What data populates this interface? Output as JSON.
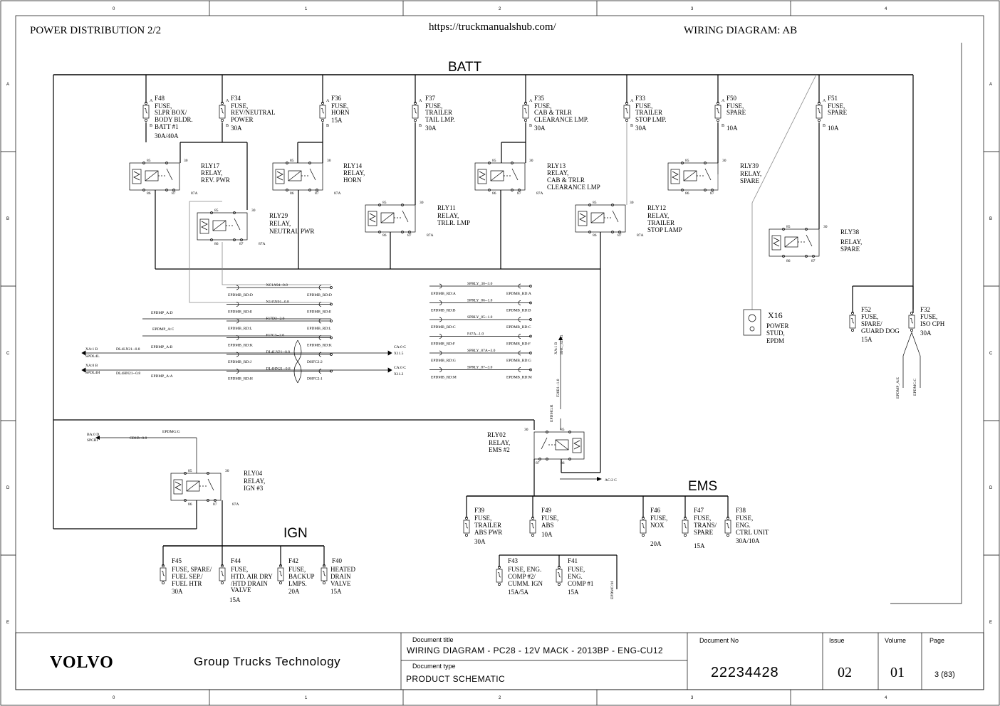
{
  "header": {
    "left_title": "POWER DISTRIBUTION 2/2",
    "url": "https://truckmanualshub.com/",
    "right_title": "WIRING DIAGRAM:  AB"
  },
  "border": {
    "columns": [
      "0",
      "1",
      "2",
      "3",
      "4"
    ],
    "rows": [
      "A",
      "B",
      "C",
      "D",
      "E"
    ]
  },
  "buses": {
    "batt": "BATT",
    "ign": "IGN",
    "ems": "EMS"
  },
  "fuses": [
    {
      "id": "F48",
      "desc": [
        "FUSE,",
        "SLPR BOX/",
        "BODY BLDR.",
        "BATT #1"
      ],
      "rating": "30A/40A"
    },
    {
      "id": "F34",
      "desc": [
        "FUSE,",
        "REV/NEUTRAL",
        "POWER"
      ],
      "rating": "30A"
    },
    {
      "id": "F36",
      "desc": [
        "FUSE,",
        "HORN"
      ],
      "rating": "15A"
    },
    {
      "id": "F37",
      "desc": [
        "FUSE,",
        "TRAILER",
        "TAIL LMP."
      ],
      "rating": "30A"
    },
    {
      "id": "F35",
      "desc": [
        "FUSE,",
        "CAB & TRLR",
        "CLEARANCE LMP."
      ],
      "rating": "30A"
    },
    {
      "id": "F33",
      "desc": [
        "FUSE,",
        "TRAILER",
        "STOP LMP."
      ],
      "rating": "30A"
    },
    {
      "id": "F50",
      "desc": [
        "FUSE,",
        "SPARE"
      ],
      "rating": "10A"
    },
    {
      "id": "F51",
      "desc": [
        "FUSE,",
        "SPARE"
      ],
      "rating": "10A"
    },
    {
      "id": "F52",
      "desc": [
        "FUSE,",
        "SPARE/",
        "GUARD DOG"
      ],
      "rating": "15A"
    },
    {
      "id": "F32",
      "desc": [
        "FUSE,",
        "ISO CPH"
      ],
      "rating": "30A"
    },
    {
      "id": "F39",
      "desc": [
        "FUSE,",
        "TRAILER",
        "ABS PWR"
      ],
      "rating": "30A"
    },
    {
      "id": "F49",
      "desc": [
        "FUSE,",
        "ABS"
      ],
      "rating": "10A"
    },
    {
      "id": "F46",
      "desc": [
        "FUSE,",
        "NOX"
      ],
      "rating": "20A"
    },
    {
      "id": "F47",
      "desc": [
        "FUSE,",
        "TRANS/",
        "SPARE"
      ],
      "rating": "15A"
    },
    {
      "id": "F38",
      "desc": [
        "FUSE,",
        "ENG.",
        "CTRL UNIT"
      ],
      "rating": "30A/10A"
    },
    {
      "id": "F45",
      "desc": [
        "FUSE, SPARE/",
        "FUEL SEP./",
        "FUEL HTR"
      ],
      "rating": "30A"
    },
    {
      "id": "F44",
      "desc": [
        "FUSE,",
        "HTD. AIR DRY",
        "/HTD DRAIN",
        "VALVE"
      ],
      "rating": "15A"
    },
    {
      "id": "F42",
      "desc": [
        "FUSE,",
        "BACKUP",
        "LMPS."
      ],
      "rating": "20A"
    },
    {
      "id": "F40",
      "desc": [
        "HEATED",
        "DRAIN",
        "VALVE"
      ],
      "rating": "15A"
    },
    {
      "id": "F43",
      "desc": [
        "FUSE, ENG.",
        "COMP #2/",
        "CUMM. IGN"
      ],
      "rating": "15A/5A"
    },
    {
      "id": "F41",
      "desc": [
        "FUSE,",
        "ENG.",
        "COMP #1"
      ],
      "rating": "15A"
    }
  ],
  "relays": [
    {
      "id": "RLY17",
      "desc": [
        "RELAY,",
        "REV. PWR"
      ]
    },
    {
      "id": "RLY14",
      "desc": [
        "RELAY,",
        "HORN"
      ]
    },
    {
      "id": "RLY13",
      "desc": [
        "RELAY,",
        "CAB & TRLR",
        "CLEARANCE LMP"
      ]
    },
    {
      "id": "RLY39",
      "desc": [
        "RELAY,",
        "SPARE"
      ]
    },
    {
      "id": "RLY29",
      "desc": [
        "RELAY,",
        "NEUTRAL PWR"
      ]
    },
    {
      "id": "RLY11",
      "desc": [
        "RELAY,",
        "TRLR. LMP"
      ]
    },
    {
      "id": "RLY12",
      "desc": [
        "RELAY,",
        "TRAILER",
        "STOP LAMP"
      ]
    },
    {
      "id": "RLY38",
      "desc": [
        "RELAY,",
        "SPARE"
      ]
    },
    {
      "id": "RLY02",
      "desc": [
        "RELAY,",
        "EMS #2"
      ]
    },
    {
      "id": "RLY04",
      "desc": [
        "RELAY,",
        "IGN #3"
      ]
    }
  ],
  "pins": {
    "p85": "85",
    "p86": "86",
    "p30": "30",
    "p87": "87",
    "p87a": "87A",
    "pa": "A",
    "pb": "B"
  },
  "x16": {
    "id": "X16",
    "desc": [
      "POWER",
      "STUD,",
      "EPDM"
    ]
  },
  "connectors_left": [
    {
      "wire": "XC1A94--0.8",
      "l": "EPDMB_RD:D",
      "r": "EPDMB_RD:D"
    },
    {
      "wire": "N145N01--0.8",
      "l": "EPDMB_RD:E",
      "r": "EPDMB_RD:E"
    },
    {
      "wire": "F17D3--2.0",
      "l": "EPDMB_RD:L",
      "r": "EPDMB_RD:L"
    },
    {
      "wire": "F17C3--2.0",
      "l": "EPDMB_RD:K",
      "r": "EPDMB_RD:K"
    },
    {
      "wire": "DL4LN21--0.8",
      "l": "EPDMB_RD:J",
      "r": "DHFC2:2"
    },
    {
      "wire": "DL4HN21--0.8",
      "l": "EPDMB_RD:H",
      "r": "DHFC2:1"
    }
  ],
  "left_extra": {
    "epdmp_ad": "EPDMP_A:D",
    "epdmp_ac": "EPDMP_A:C",
    "epdmp_ab": "EPDMP_A:B",
    "epdmp_aa": "EPDMP_A:A",
    "xa1b": "XA:1 B",
    "spdl4l": "SPDL4L",
    "xa0b": "XA:0 B",
    "spdl4h": "SPDL4H",
    "dl4ln21": "DL4LN21--0.8",
    "dl4hn21": "DL4HN21--0.8",
    "ca0c_1": "CA:0 C",
    "x115": "X11.5",
    "ca0c_2": "CA:0 C",
    "x112": "X11.2"
  },
  "connectors_mid": [
    {
      "wire": "SPRLY_30--3.0",
      "l": "EPDMB_RD:A",
      "r": "EPDMB_RD:A"
    },
    {
      "wire": "SPRLY_86--1.0",
      "l": "EPDMB_RD:B",
      "r": "EPDMB_RD:B"
    },
    {
      "wire": "SPRLY_85--1.0",
      "l": "EPDMB_RD:C",
      "r": "EPDMB_RD:C"
    },
    {
      "wire": "F47A--1.0",
      "l": "EPDMB_RD:F",
      "r": "EPDMB_RD:F"
    },
    {
      "wire": "SPRLY_87A--3.0",
      "l": "EPDMB_RD:G",
      "r": "EPDMB_RD:G"
    },
    {
      "wire": "SPRLY_87--3.0",
      "l": "EPDMB_RD:M",
      "r": "EPDMB_RD:M"
    }
  ],
  "misc": {
    "xa1b_top": "XA:1 B",
    "bhc": "BHC_32:A1",
    "f20b1": "F20B1--1.0",
    "epdmgr": "EPDMG:R",
    "ba0d": "BA:0 D",
    "spcbi": "SPCBI",
    "cb1b": "CB1B--0.8",
    "epdmgg": "EPDMG:G",
    "ac2c": "AC:2 C",
    "epdmpae": "EPDMP_A:E",
    "epdmcc": "EPDMC:C",
    "epdmcm": "EPDMC:M"
  },
  "title_block": {
    "logo": "VOLVO",
    "company": "Group Trucks Technology",
    "doc_title_label": "Document title",
    "doc_title": "WIRING DIAGRAM - PC28 - 12V MACK - 2013BP - ENG-CU12",
    "doc_type_label": "Document type",
    "doc_type": "PRODUCT SCHEMATIC",
    "doc_no_label": "Document No",
    "doc_no": "22234428",
    "issue_label": "Issue",
    "issue": "02",
    "volume_label": "Volume",
    "volume": "01",
    "page_label": "Page",
    "page": "3 (83)"
  }
}
